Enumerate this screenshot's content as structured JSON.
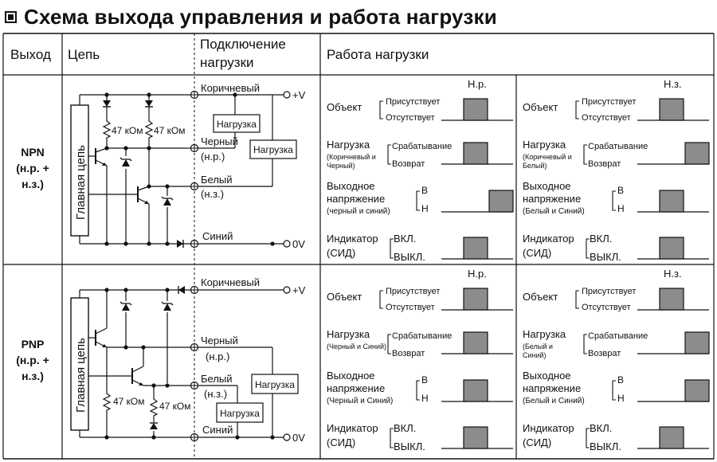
{
  "title": "Схема выхода управления и работа нагрузки",
  "headers": {
    "output": "Выход",
    "circuit": "Цепь",
    "connection_line1": "Подключение",
    "connection_line2": "нагрузки",
    "operation": "Работа нагрузки"
  },
  "common": {
    "main_circuit": "Главная цепь",
    "resistor": "47 кОм",
    "load": "Нагрузка",
    "plus_v": "+V",
    "zero_v": "0V",
    "brown": "Коричневый",
    "black": "Черный",
    "white": "Белый",
    "blue": "Синий",
    "no": "(н.р.)",
    "nc": "(н.з.)"
  },
  "timing_labels": {
    "object": "Объект",
    "present": "Присутствует",
    "absent": "Отсутствует",
    "load": "Нагрузка",
    "operate": "Срабатывание",
    "release": "Возврат",
    "output_v_line1": "Выходное",
    "output_v_line2": "напряжение",
    "high": "В",
    "low": "Н",
    "indicator_line1": "Индикатор",
    "indicator_line2": "(СИД)",
    "on": "ВКЛ.",
    "off": "ВЫКЛ.",
    "col_no": "Н.р.",
    "col_nc": "Н.з."
  },
  "rows": [
    {
      "type_line1": "NPN",
      "type_line2": "(н.р. +",
      "type_line3": "н.з.)",
      "no_load_sub1": "(Коричневый и",
      "no_load_sub2": "Черный)",
      "nc_load_sub1": "(Коричневый и",
      "nc_load_sub2": "Белый)",
      "no_v_sub": "(черный и синий)",
      "nc_v_sub": "(Белый и Синий)"
    },
    {
      "type_line1": "PNP",
      "type_line2": "(н.р. +",
      "type_line3": "н.з.)",
      "no_load_sub1": "(Черный и Синий)",
      "no_load_sub2": "",
      "nc_load_sub1": "(Белый и",
      "nc_load_sub2": "Синий)",
      "no_v_sub": "(Черный и Синий)",
      "nc_v_sub": "(Белый и Синий)"
    }
  ]
}
